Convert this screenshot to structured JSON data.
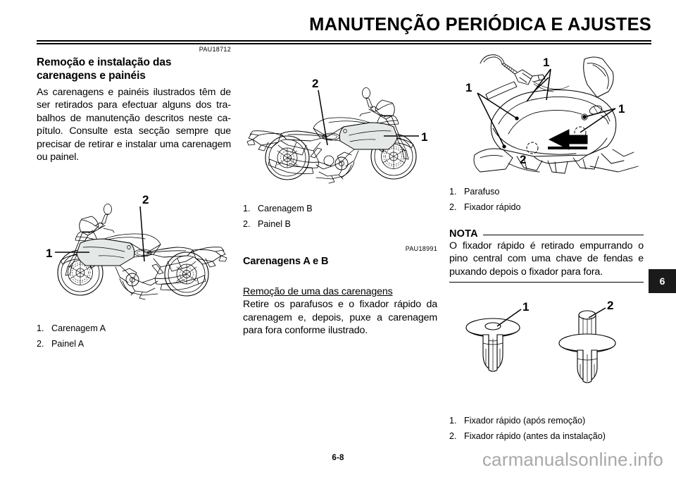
{
  "header": {
    "title": "MANUTENÇÃO PERIÓDICA E AJUSTES"
  },
  "chapter_tab": {
    "number": "6"
  },
  "footer": {
    "page_number": "6-8",
    "watermark": "carmanualsonline.info"
  },
  "left_column": {
    "pau_code": "PAU18712",
    "section_title_line1": "Remoção e instalação das",
    "section_title_line2": "carenagens e painéis",
    "body": "As carenagens e painéis ilustrados têm de ser retirados para efectuar alguns dos tra­balhos de manutenção descritos neste ca­pítulo. Consulte esta secção sempre que precisar de retirar e instalar uma carena­gem ou painel.",
    "figure": {
      "name": "motorcycle-side-view-left",
      "callouts": [
        "1",
        "2"
      ]
    },
    "caption": [
      {
        "num": "1.",
        "label": "Carenagem A"
      },
      {
        "num": "2.",
        "label": "Painel A"
      }
    ]
  },
  "middle_column": {
    "figure": {
      "name": "motorcycle-side-view-right",
      "callouts": [
        "2",
        "1"
      ]
    },
    "caption": [
      {
        "num": "1.",
        "label": "Carenagem B"
      },
      {
        "num": "2.",
        "label": "Painel B"
      }
    ],
    "pau_code": "PAU18991",
    "section_title": "Carenagens A e B",
    "procedure_heading": "Remoção de uma das carenagens",
    "procedure_body": "Retire os parafusos e o fixador rápido da carenagem e, depois, puxe a carenagem para fora conforme ilustrado."
  },
  "right_column": {
    "figure": {
      "name": "fairing-fastener-detail",
      "callouts": [
        "1",
        "1",
        "1",
        "2"
      ]
    },
    "caption": [
      {
        "num": "1.",
        "label": "Parafuso"
      },
      {
        "num": "2.",
        "label": "Fixador rápido"
      }
    ],
    "nota": {
      "label": "NOTA",
      "body": "O fixador rápido é retirado empurrando o pino central com uma chave de fendas e puxando depois o fixador para fora."
    },
    "figure2": {
      "name": "quick-fastener-states",
      "callouts": [
        "1",
        "2"
      ]
    },
    "caption2": [
      {
        "num": "1.",
        "label": "Fixador rápido (após remoção)"
      },
      {
        "num": "2.",
        "label": "Fixador rápido (antes da instalação)"
      }
    ]
  }
}
